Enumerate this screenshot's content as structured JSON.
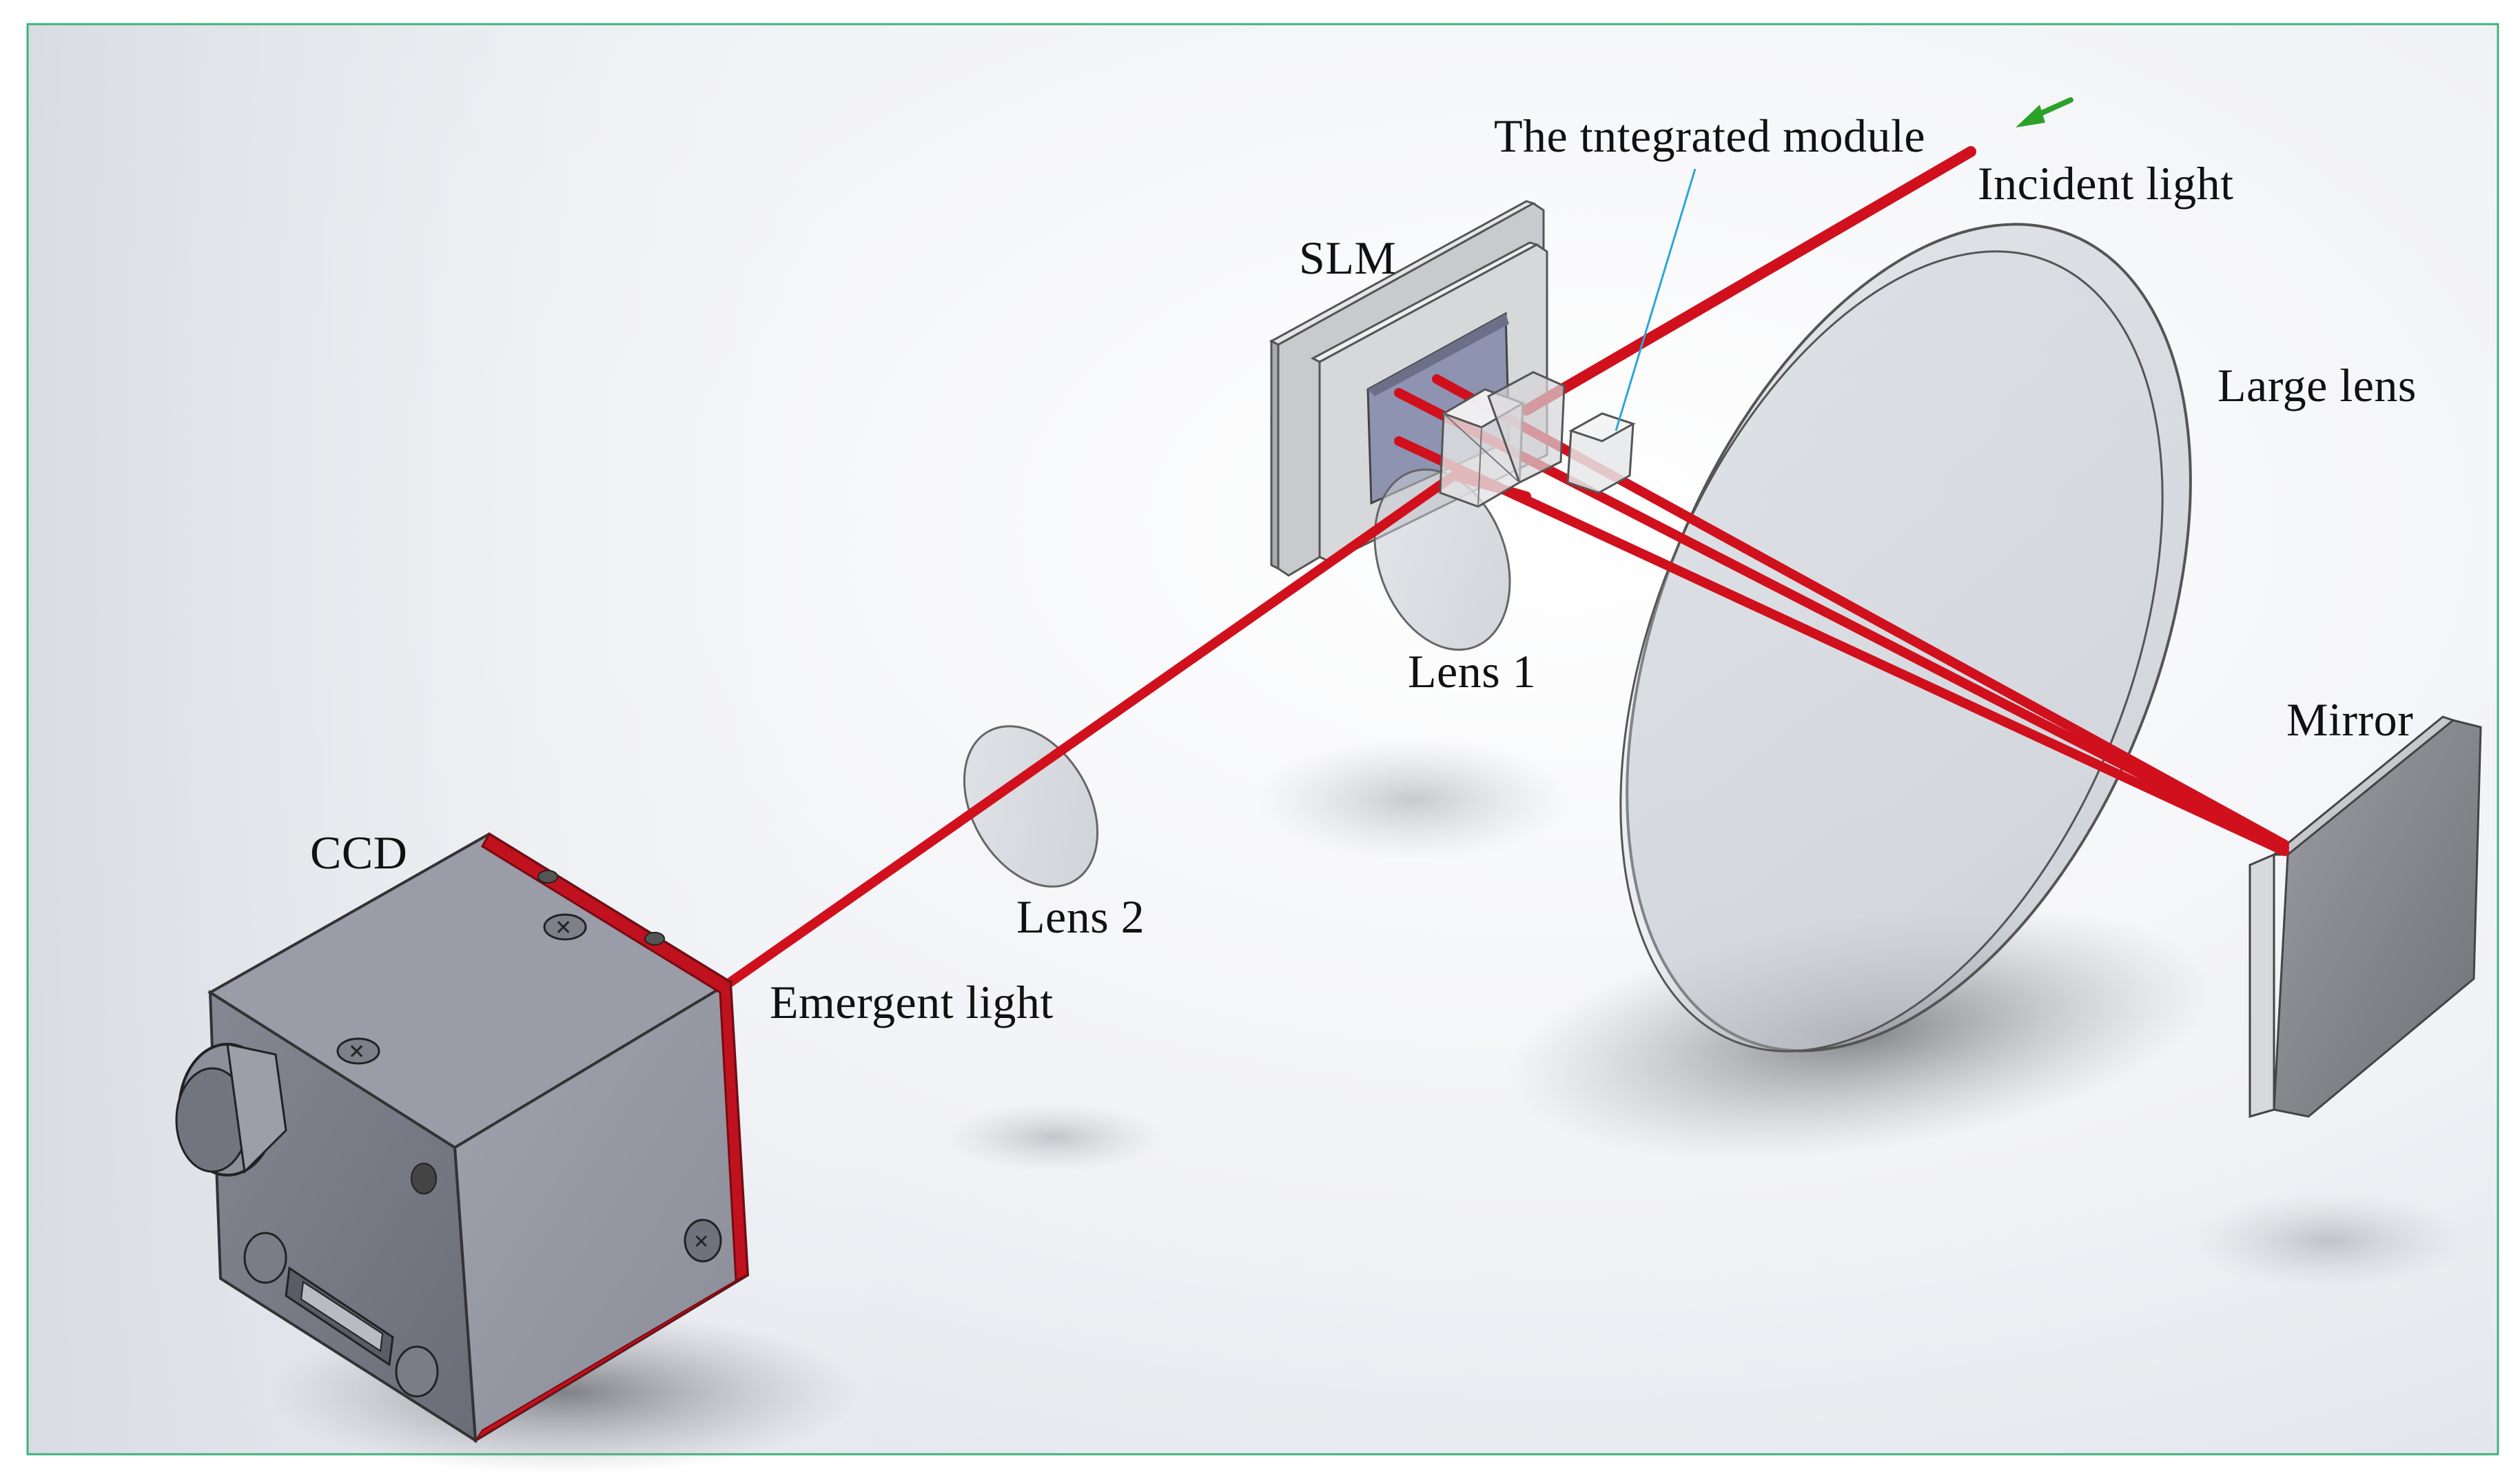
{
  "labels": {
    "integrated_module": "The tntegrated module",
    "incident_light": "Incident light",
    "slm": "SLM",
    "large_lens": "Large lens",
    "lens1": "Lens 1",
    "mirror": "Mirror",
    "ccd": "CCD",
    "lens2": "Lens 2",
    "emergent_light": "Emergent light"
  },
  "colors": {
    "beam": "#d0101c",
    "frame_border": "#3cb37a",
    "leader_line": "#2aa7d8",
    "arrow": "#2aa12a",
    "ccd_body": "#7c7e8a",
    "glass": "#c9cdd4"
  },
  "icons": {
    "incident_arrow": "green-arrow-icon"
  }
}
